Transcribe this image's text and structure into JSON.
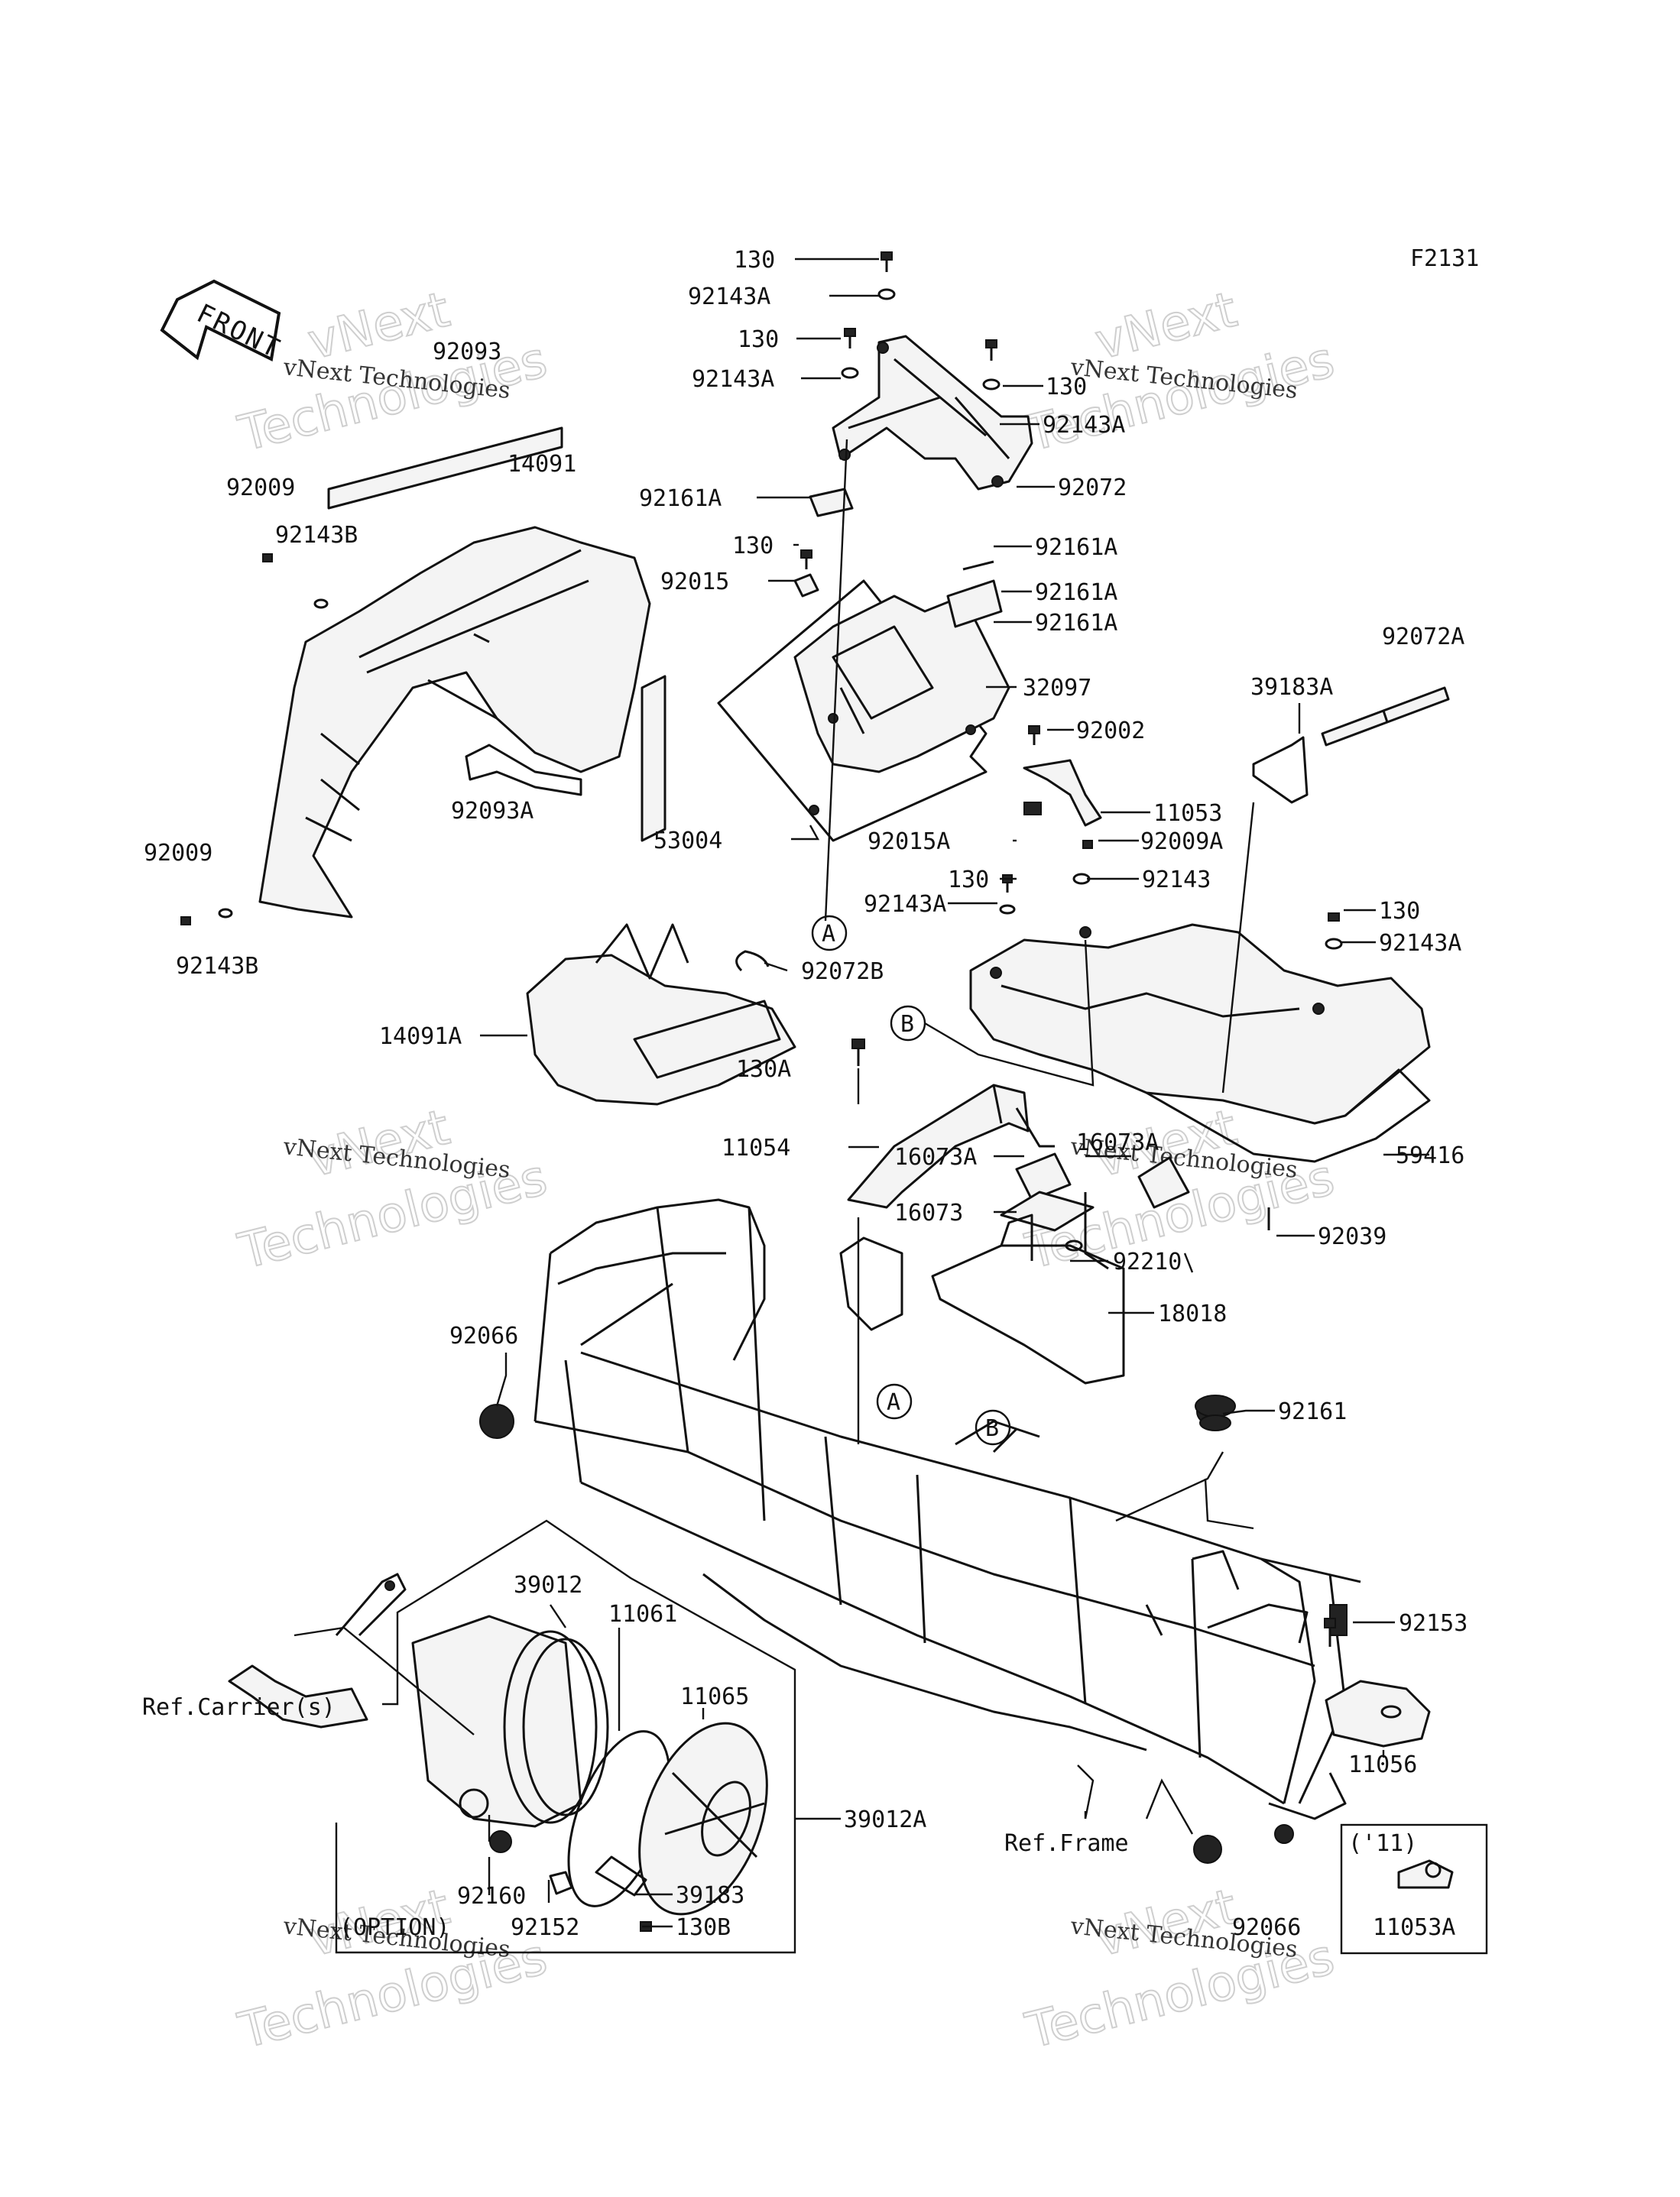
{
  "figure_code": "F2131",
  "front_label": "FRONT",
  "watermark": {
    "line1": "vNext",
    "line2": "Technologies",
    "small": "vNext Technologies"
  },
  "callouts": {
    "c130_a": "130",
    "c92143A_a": "92143A",
    "c130_b": "130",
    "c92143A_b": "92143A",
    "c130_c": "130",
    "c92143A_c": "92143A",
    "c92161A_a": "92161A",
    "c92072": "92072",
    "c130_d": "130",
    "c92161A_b": "92161A",
    "c92015": "92015",
    "c92161A_c": "92161A",
    "c92161A_d": "92161A",
    "c32097": "32097",
    "c53004": "53004",
    "c92002": "92002",
    "c11053": "11053",
    "c92015A": "92015A",
    "c92009A": "92009A",
    "c130_e": "130",
    "c92143": "92143",
    "c92143A_d": "92143A",
    "c130_f": "130",
    "c92143A_e": "92143A",
    "c92072A": "92072A",
    "c39183A": "39183A",
    "c92093": "92093",
    "c14091": "14091",
    "c92009_a": "92009",
    "c92143B_a": "92143B",
    "c92093A": "92093A",
    "c92009_b": "92009",
    "c92143B_b": "92143B",
    "c92072B": "92072B",
    "c14091A": "14091A",
    "c130A": "130A",
    "c11054": "11054",
    "c16073A_a": "16073A",
    "c16073A_b": "16073A",
    "c16073": "16073",
    "c59416": "59416",
    "c92210": "92210",
    "c92039": "92039",
    "c18018": "18018",
    "c92066_a": "92066",
    "c92161": "92161",
    "c92153": "92153",
    "c39012": "39012",
    "c11061": "11061",
    "c11065": "11065",
    "c39012A": "39012A",
    "c92160": "92160",
    "c92152": "92152",
    "c39183": "39183",
    "c130B": "130B",
    "c11056": "11056",
    "c11053A": "11053A",
    "c92066_b": "92066"
  },
  "refs": {
    "carrier": "Ref.Carrier(s)",
    "frame": "Ref.Frame",
    "option": "(OPTION)",
    "year": "('11)"
  },
  "markers": {
    "a1": "A",
    "b1": "B",
    "a2": "A",
    "b2": "B"
  }
}
